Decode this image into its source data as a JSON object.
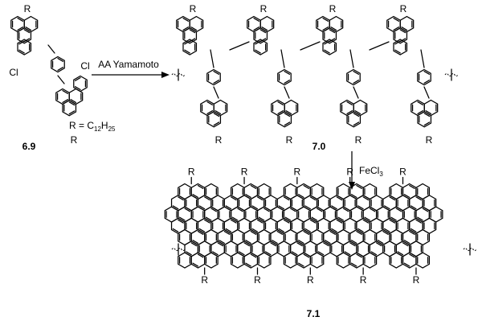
{
  "scheme": {
    "monomer": {
      "label": "6.9",
      "r_definition": {
        "prefix": "R = C",
        "n1": "12",
        "mid": "H",
        "n2": "25"
      },
      "substituents": {
        "r": "R",
        "cl": "Cl"
      }
    },
    "step1": {
      "reagent": "AA Yamamoto"
    },
    "polymer": {
      "label": "7.0"
    },
    "step2": {
      "reagent_prefix": "FeCl",
      "reagent_sub": "3"
    },
    "ribbon": {
      "label": "7.1"
    }
  }
}
